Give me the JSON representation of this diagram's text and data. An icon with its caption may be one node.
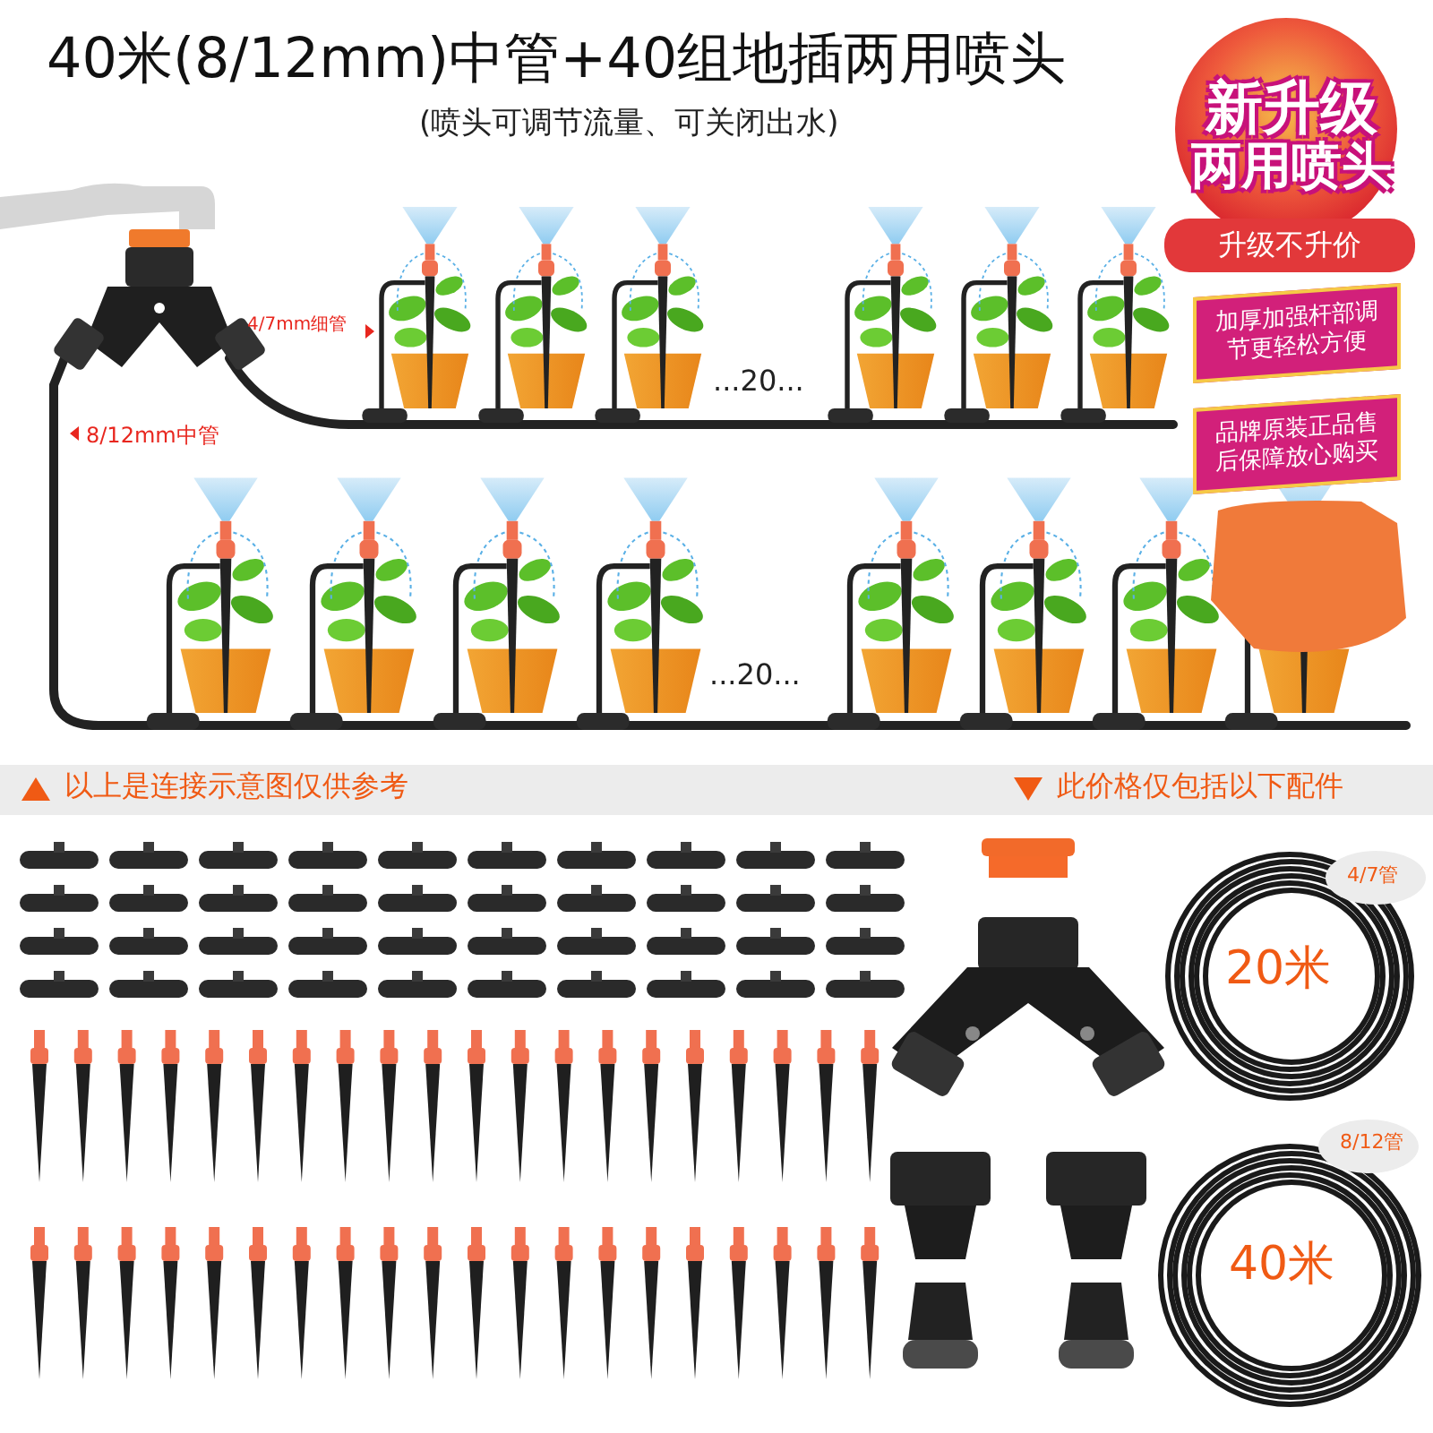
{
  "diagram": {
    "title": "40米(8/12mm)中管+40组地插两用喷头",
    "nodes": [
      {
        "text": [
          "新升级",
          "两用喷头"
        ]
      },
      {
        "text": [
          "升级不升价"
        ]
      },
      {
        "text": [
          "加厚加强杆部调节更轻松方便"
        ]
      },
      {
        "text": [
          "品牌原装正品售后保障放心购买"
        ]
      }
    ],
    "labels": [
      "(喷头可调节流量、可关闭出水)",
      "4/7mm细管",
      "8/12mm中管",
      "...20...",
      "...20...",
      "以上是连接示意图仅供参考",
      "此价格仅包括以下配件",
      "4/7管",
      "20米",
      "8/12管",
      "40米"
    ]
  }
}
